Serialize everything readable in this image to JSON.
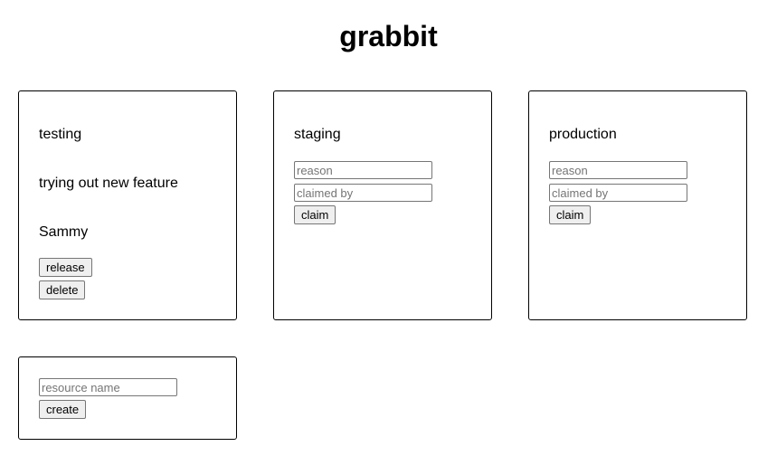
{
  "app": {
    "title": "grabbit"
  },
  "resources": [
    {
      "name": "testing",
      "claimed": true,
      "reason": "trying out new feature",
      "claimed_by": "Sammy",
      "release_label": "release",
      "delete_label": "delete"
    },
    {
      "name": "staging",
      "claimed": false,
      "reason_placeholder": "reason",
      "claimed_by_placeholder": "claimed by",
      "claim_label": "claim"
    },
    {
      "name": "production",
      "claimed": false,
      "reason_placeholder": "reason",
      "claimed_by_placeholder": "claimed by",
      "claim_label": "claim"
    }
  ],
  "create": {
    "name_placeholder": "resource name",
    "create_label": "create"
  }
}
